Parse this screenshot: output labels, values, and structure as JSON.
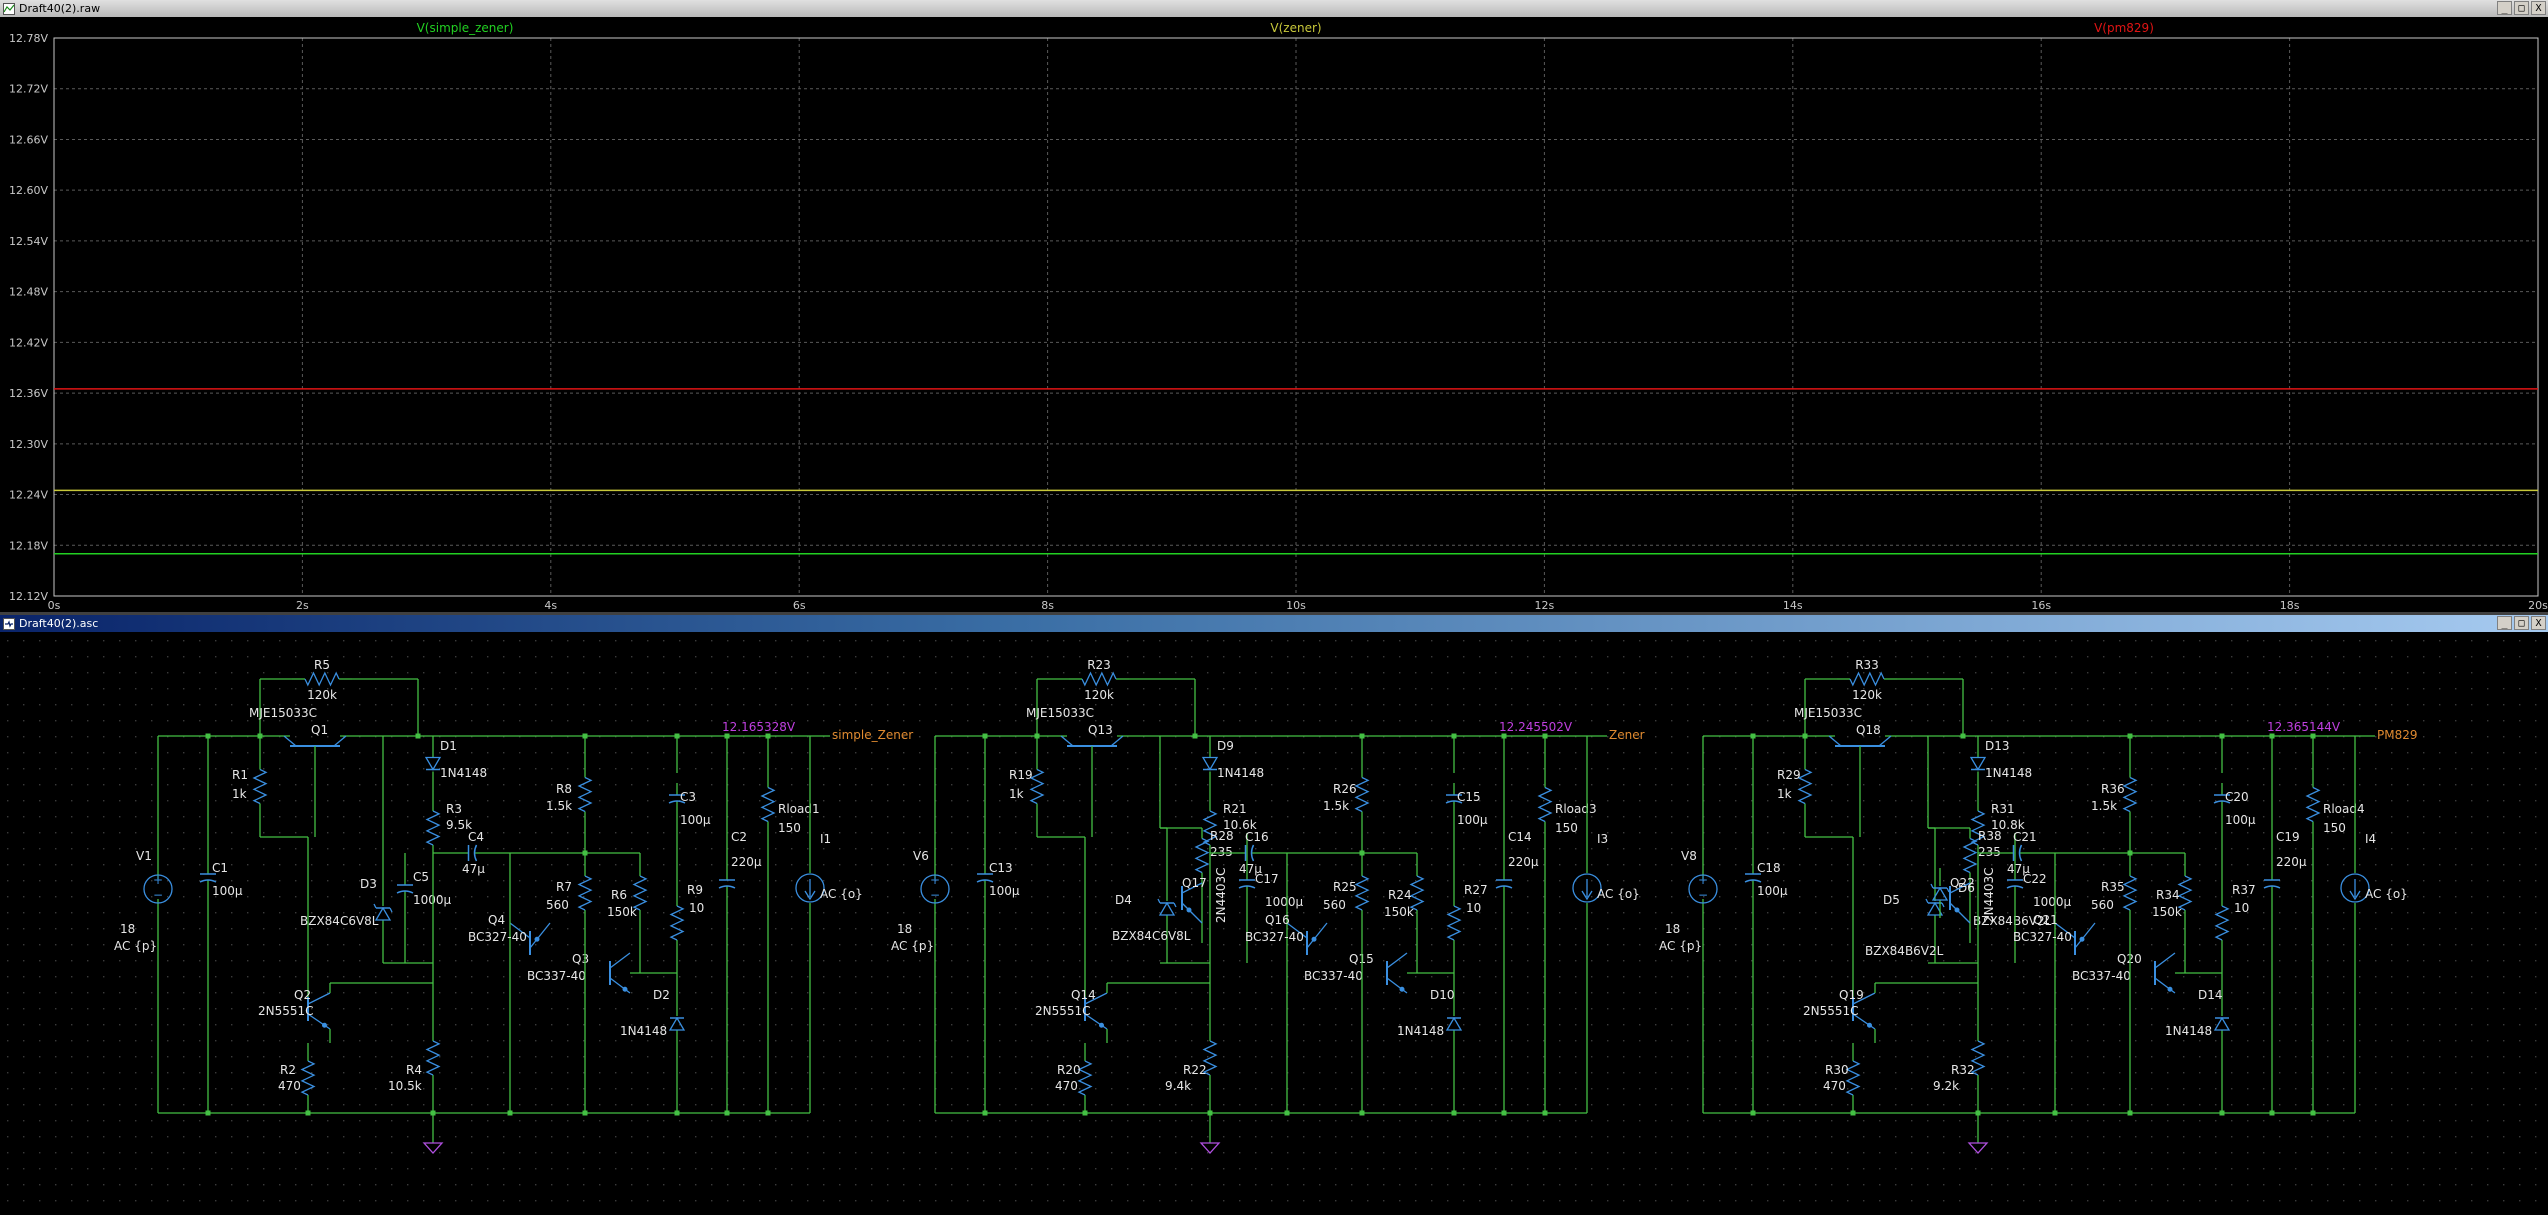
{
  "plot_window": {
    "title": "Draft40(2).raw",
    "buttons": [
      "_",
      "□",
      "X"
    ]
  },
  "schematic_window": {
    "title": "Draft40(2).asc",
    "buttons": [
      "_",
      "□",
      "X"
    ]
  },
  "chart_data": {
    "type": "line",
    "title": "",
    "traces": [
      {
        "name": "V(simple_zener)",
        "color": "#22d022"
      },
      {
        "name": "V(zener)",
        "color": "#c8c83a"
      },
      {
        "name": "V(pm829)",
        "color": "#e01414"
      }
    ],
    "x_ticks": [
      "0s",
      "2s",
      "4s",
      "6s",
      "8s",
      "10s",
      "12s",
      "14s",
      "16s",
      "18s",
      "20s"
    ],
    "y_ticks": [
      "12.78V",
      "12.72V",
      "12.66V",
      "12.60V",
      "12.54V",
      "12.48V",
      "12.42V",
      "12.36V",
      "12.30V",
      "12.24V",
      "12.18V",
      "12.12V"
    ],
    "xlim": [
      0,
      20
    ],
    "ylim": [
      12.12,
      12.78
    ],
    "grid": true,
    "series": [
      {
        "name": "V(simple_zener)",
        "color": "#22d022",
        "x": [
          0,
          20
        ],
        "y": [
          12.17,
          12.17
        ]
      },
      {
        "name": "V(zener)",
        "color": "#c8c83a",
        "x": [
          0,
          20
        ],
        "y": [
          12.245,
          12.245
        ]
      },
      {
        "name": "V(pm829)",
        "color": "#e01414",
        "x": [
          0,
          20
        ],
        "y": [
          12.365,
          12.365
        ]
      }
    ]
  },
  "schematic": {
    "probes": [
      "12.165328V",
      "12.245502V",
      "12.365144V"
    ],
    "net_labels": [
      "simple_Zener",
      "Zener",
      "PM829"
    ],
    "circuits": [
      {
        "V": [
          "V1",
          "18",
          "AC {p}"
        ],
        "C1": [
          "C1",
          "100µ"
        ],
        "R1": [
          "R1",
          "1k"
        ],
        "R5": [
          "R5",
          "120k"
        ],
        "Q1": [
          "MJE15033C",
          "Q1"
        ],
        "D1": [
          "D1",
          "1N4148"
        ],
        "R3": [
          "R3",
          "9.5k"
        ],
        "C4": [
          "C4",
          "47µ"
        ],
        "C5": [
          "C5",
          "1000µ"
        ],
        "Dz": [
          "D3",
          "BZX84C6V8L"
        ],
        "Q2": [
          "Q2",
          "2N5551C"
        ],
        "R2": [
          "R2",
          "470"
        ],
        "R4": [
          "R4",
          "10.5k"
        ],
        "R8": [
          "R8",
          "1.5k"
        ],
        "R7": [
          "R7",
          "560"
        ],
        "Q4": [
          "Q4",
          "BC327-40"
        ],
        "R6": [
          "R6",
          "150k"
        ],
        "Q3": [
          "Q3",
          "BC337-40"
        ],
        "C3": [
          "C3",
          "100µ"
        ],
        "R9": [
          "R9",
          "10"
        ],
        "D2": [
          "D2",
          "1N4148"
        ],
        "C2": [
          "C2",
          "220µ"
        ],
        "RL": [
          "Rload1",
          "150"
        ],
        "I": [
          "I1",
          "AC {o}"
        ]
      },
      {
        "V": [
          "V6",
          "18",
          "AC {p}"
        ],
        "C1": [
          "C13",
          "100µ"
        ],
        "R1": [
          "R19",
          "1k"
        ],
        "R5": [
          "R23",
          "120k"
        ],
        "Q1": [
          "MJE15033C",
          "Q13"
        ],
        "D1": [
          "D9",
          "1N4148"
        ],
        "R3": [
          "R21",
          "10.6k"
        ],
        "C4": [
          "C16",
          "47µ"
        ],
        "C5": [
          "C17",
          "1000µ"
        ],
        "Dz": [
          "D4",
          "BZX84C6V8L"
        ],
        "Rx": [
          "R28",
          "235"
        ],
        "Qx": [
          "Q17",
          "2N4403C"
        ],
        "Q2": [
          "Q14",
          "2N5551C"
        ],
        "R2": [
          "R20",
          "470"
        ],
        "R4": [
          "R22",
          "9.4k"
        ],
        "R8": [
          "R26",
          "1.5k"
        ],
        "R7": [
          "R25",
          "560"
        ],
        "Q4": [
          "Q16",
          "BC327-40"
        ],
        "R6": [
          "R24",
          "150k"
        ],
        "Q3": [
          "Q15",
          "BC337-40"
        ],
        "C3": [
          "C15",
          "100µ"
        ],
        "R9": [
          "R27",
          "10"
        ],
        "D2": [
          "D10",
          "1N4148"
        ],
        "C2": [
          "C14",
          "220µ"
        ],
        "RL": [
          "Rload3",
          "150"
        ],
        "I": [
          "I3",
          "AC {o}"
        ]
      },
      {
        "V": [
          "V8",
          "18",
          "AC {p}"
        ],
        "C1": [
          "C18",
          "100µ"
        ],
        "R1": [
          "R29",
          "1k"
        ],
        "R5": [
          "R33",
          "120k"
        ],
        "Q1": [
          "MJE15033C",
          "Q18"
        ],
        "D1": [
          "D13",
          "1N4148"
        ],
        "R3": [
          "R31",
          "10.8k"
        ],
        "C4": [
          "C21",
          "47µ"
        ],
        "C5": [
          "C22",
          "1000µ"
        ],
        "Dz": [
          "D5",
          "BZX84B6V2L"
        ],
        "Rx": [
          "R38",
          "235"
        ],
        "Dy": [
          "D6",
          "BZX84B6V2L"
        ],
        "Qx": [
          "Q22",
          "2N4403C"
        ],
        "Q2": [
          "Q19",
          "2N5551C"
        ],
        "R2": [
          "R30",
          "470"
        ],
        "R4": [
          "R32",
          "9.2k"
        ],
        "R8": [
          "R36",
          "1.5k"
        ],
        "R7": [
          "R35",
          "560"
        ],
        "Q4": [
          "Q21",
          "BC327-40"
        ],
        "R6": [
          "R34",
          "150k"
        ],
        "Q3": [
          "Q20",
          "BC337-40"
        ],
        "C3": [
          "C20",
          "100µ"
        ],
        "R9": [
          "R37",
          "10"
        ],
        "D2": [
          "D14",
          "1N4148"
        ],
        "C2": [
          "C19",
          "220µ"
        ],
        "RL": [
          "Rload4",
          "150"
        ],
        "I": [
          "I4",
          "AC {o}"
        ]
      }
    ]
  }
}
